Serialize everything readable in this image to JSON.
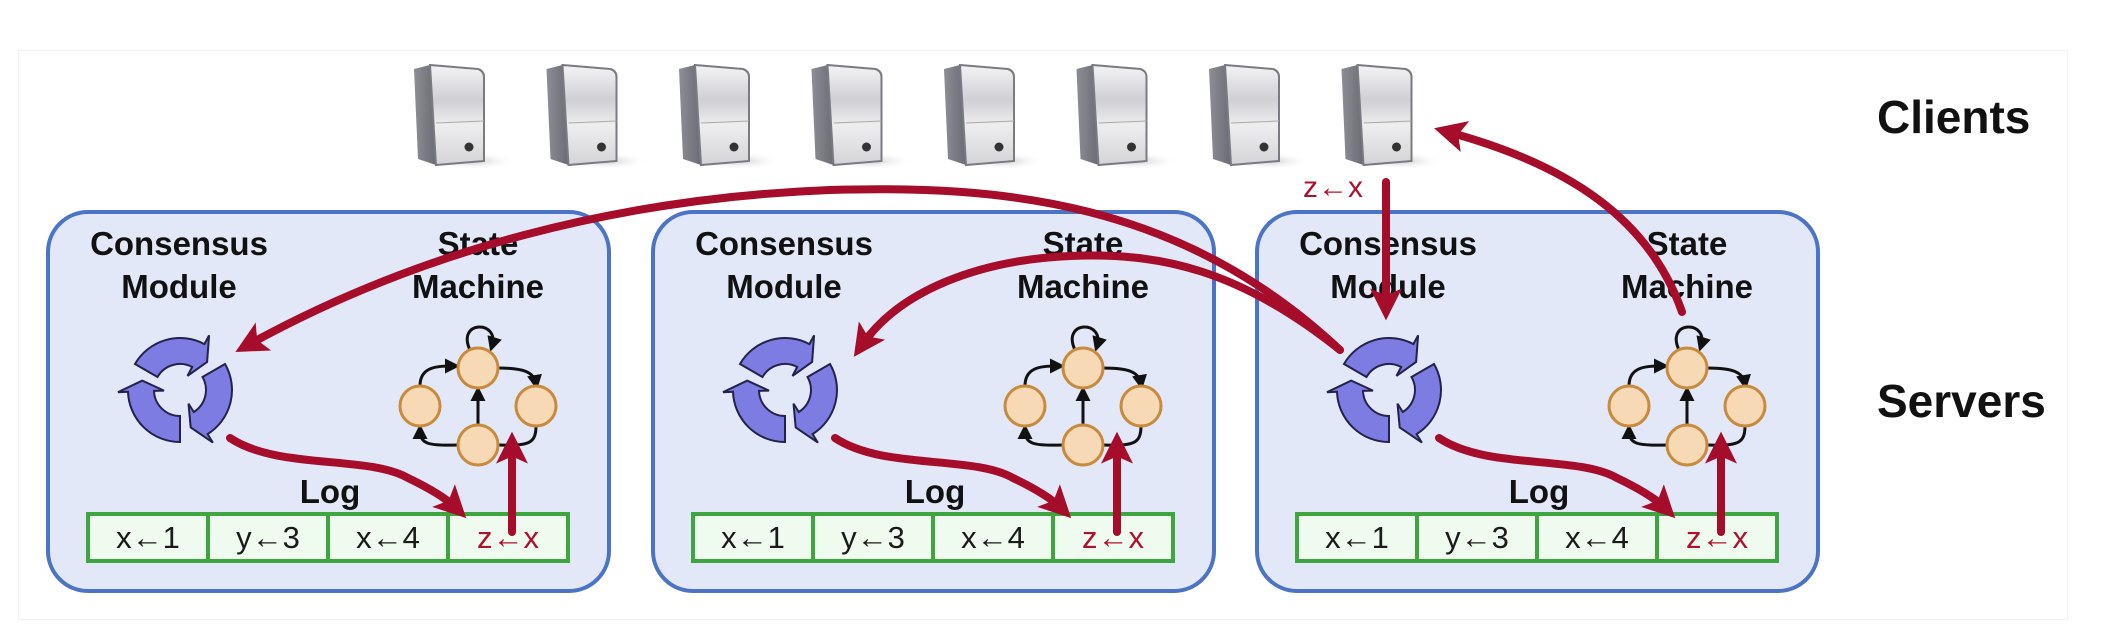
{
  "labels": {
    "clients": "Clients",
    "servers": "Servers"
  },
  "client_count": 8,
  "client_icon": "computer-tower-icon",
  "client_command": {
    "client_index": 7,
    "text": "z←x"
  },
  "servers": [
    {
      "consensus_label": [
        "Consensus",
        "Module"
      ],
      "state_machine_label": [
        "State",
        "Machine"
      ],
      "log_label": "Log",
      "log": [
        {
          "text": "x←1",
          "new": false
        },
        {
          "text": "y←3",
          "new": false
        },
        {
          "text": "x←4",
          "new": false
        },
        {
          "text": "z←x",
          "new": true
        }
      ]
    },
    {
      "consensus_label": [
        "Consensus",
        "Module"
      ],
      "state_machine_label": [
        "State",
        "Machine"
      ],
      "log_label": "Log",
      "log": [
        {
          "text": "x←1",
          "new": false
        },
        {
          "text": "y←3",
          "new": false
        },
        {
          "text": "x←4",
          "new": false
        },
        {
          "text": "z←x",
          "new": true
        }
      ]
    },
    {
      "consensus_label": [
        "Consensus",
        "Module"
      ],
      "state_machine_label": [
        "State",
        "Machine"
      ],
      "log_label": "Log",
      "log": [
        {
          "text": "x←1",
          "new": false
        },
        {
          "text": "y←3",
          "new": false
        },
        {
          "text": "x←4",
          "new": false
        },
        {
          "text": "z←x",
          "new": true
        }
      ]
    }
  ],
  "icons": {
    "consensus": "recycle-cycle-icon",
    "state_machine": "state-graph-icon"
  },
  "colors": {
    "arrow": "#A50D2A",
    "box_fill": "#E3E8F8",
    "box_border": "#4B73C6",
    "log_border": "#3EA63E",
    "log_fill": "#EEFBEE",
    "new_entry_text": "#B0102E",
    "node_fill": "#F8D9B5",
    "cycle_fill": "#7C7CE2"
  }
}
